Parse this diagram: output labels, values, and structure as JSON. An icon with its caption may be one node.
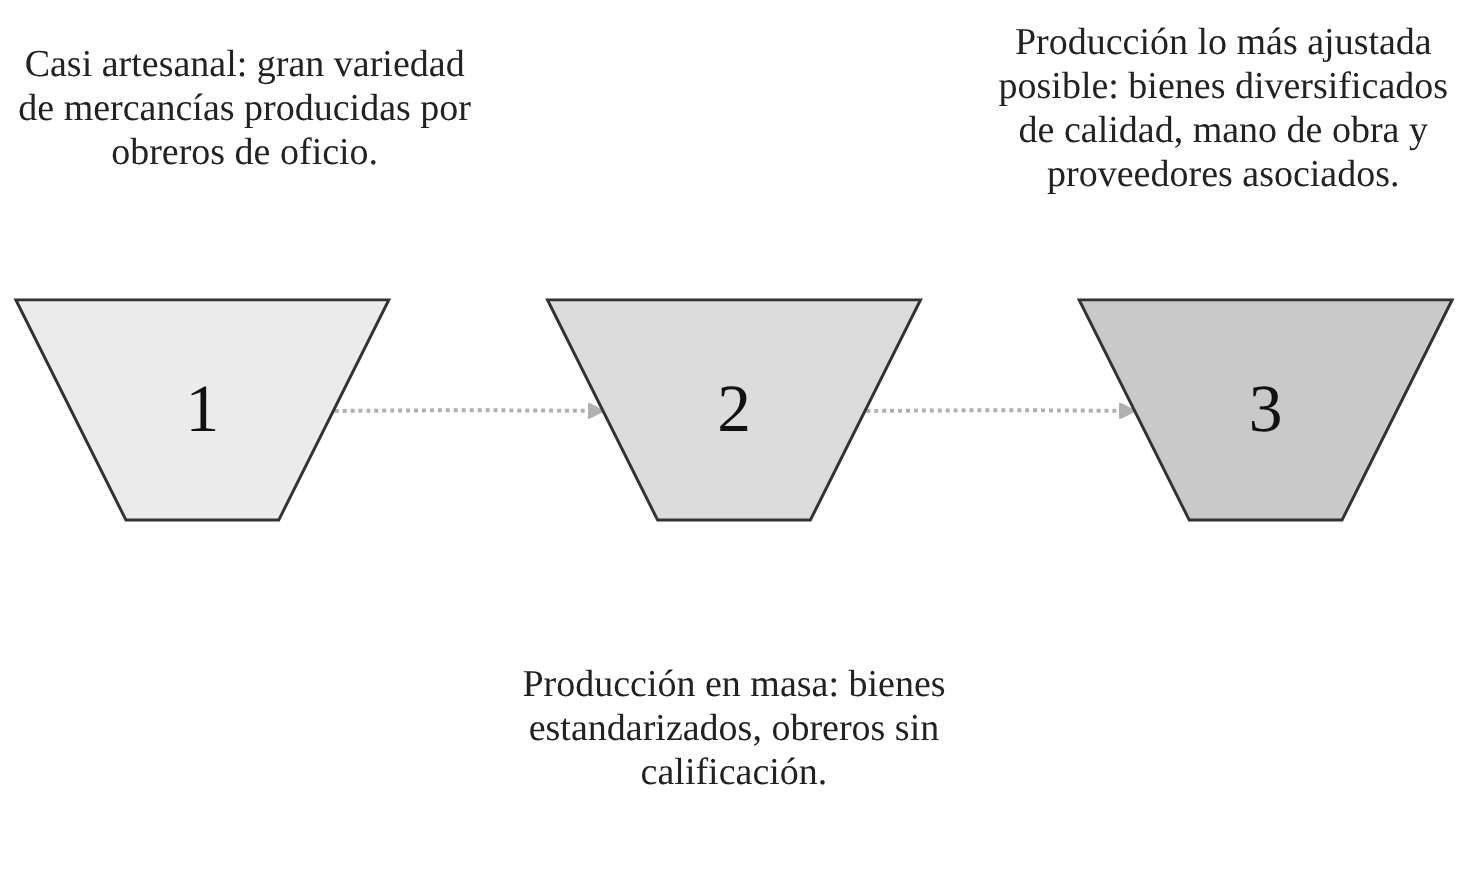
{
  "diagram": {
    "nodes": [
      {
        "text": [
          "1"
        ],
        "beside": [
          "Casi artesanal: gran variedad de mercancías producidas por obreros de oficio."
        ]
      },
      {
        "text": [
          "2"
        ],
        "beside": [
          "Producción en masa: bienes estandarizados, obreros sin calificación."
        ]
      },
      {
        "text": [
          "3"
        ],
        "beside": [
          "Producción lo más ajustada posible: bienes diversificados de calidad, mano de obra y proveedores asociados."
        ]
      }
    ],
    "edges": [
      {
        "from": 0,
        "to": 1,
        "arrow": "to",
        "style": "dashed",
        "color": "#b0b0b0"
      },
      {
        "from": 1,
        "to": 2,
        "arrow": "to",
        "style": "dashed",
        "color": "#b0b0b0"
      }
    ]
  }
}
